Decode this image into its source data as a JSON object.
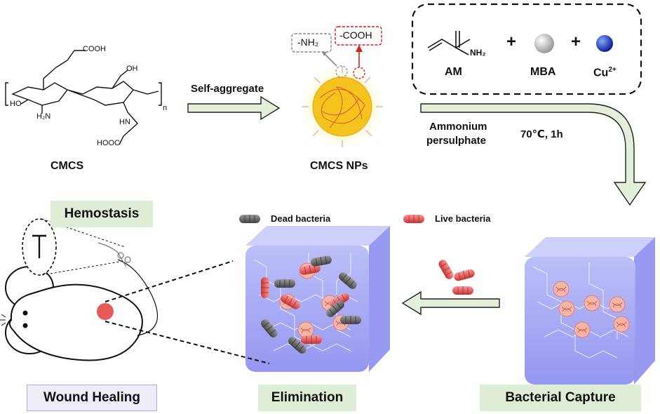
{
  "cmcs": {
    "name": "CMCS",
    "sub_n": "n",
    "groups": {
      "cooh_top": "COOH",
      "oh_ring1": "HO",
      "nh2_ring1": "H₂N",
      "oh_ring2": "OH",
      "nh_ring2": "HN",
      "cooh_bottom": "HOOC"
    }
  },
  "step1_label": "Self-aggregate",
  "nanoparticle": {
    "name": "CMCS NPs",
    "nh2_group": "-NH₂",
    "cooh_group": "-COOH"
  },
  "reagents": {
    "am_label": "AM",
    "am_nh2": "NH₂",
    "mba_label": "MBA",
    "cu_label": "Cu",
    "cu_sup": "2+",
    "plus": "+"
  },
  "conditions": {
    "initiator_line1": "Ammonium",
    "initiator_line2": "persulphate",
    "temp_time": "70℃,  1h"
  },
  "legend": {
    "dead": "Dead bacteria",
    "live": "Live bacteria"
  },
  "labels": {
    "hemostasis": "Hemostasis",
    "wound_healing": "Wound Healing",
    "elimination": "Elimination",
    "bacterial_capture": "Bacterial Capture"
  },
  "colors": {
    "arrow_fill": "#e4efd9",
    "label_bg": "#dfedd6",
    "hydrogel": "#9a9cf3",
    "live_bacteria": "#e24d4d",
    "dead_bacteria": "#5c5c5c",
    "np_core": "#f4d21e",
    "cooh_red": "#d42020",
    "cu_blue": "#1b3fd8",
    "wound": "#e85a5a"
  }
}
